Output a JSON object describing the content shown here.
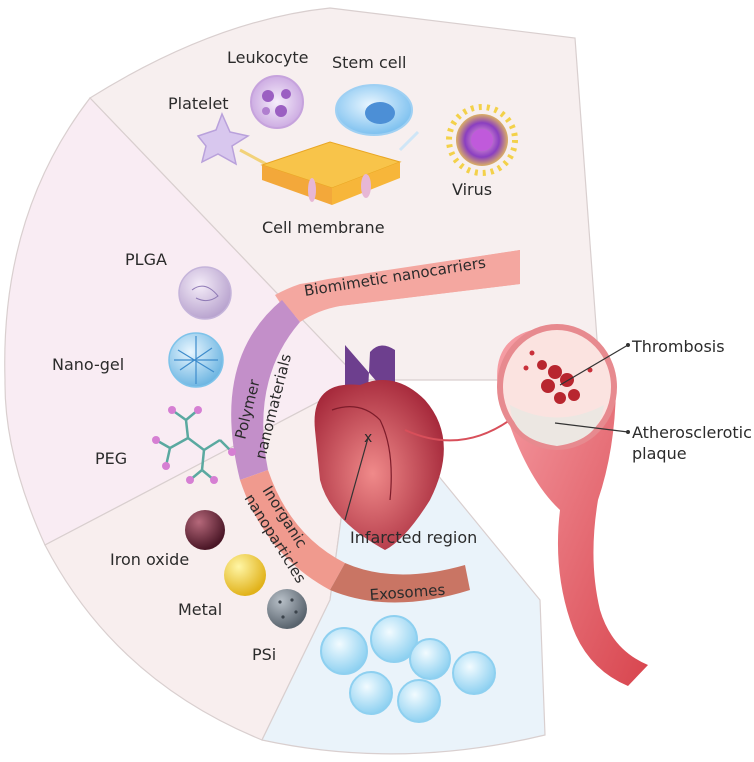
{
  "sections": {
    "biomimetic": "Biomimetic nanocarriers",
    "polymer_line1": "Polymer",
    "polymer_line2": "nanomaterials",
    "inorganic_line1": "Inorganic",
    "inorganic_line2": "nanoparticles",
    "exosomes": "Exosomes"
  },
  "biomimetic_items": {
    "leukocyte": "Leukocyte",
    "stem_cell": "Stem cell",
    "platelet": "Platelet",
    "virus": "Virus",
    "cell_membrane": "Cell membrane"
  },
  "polymer_items": {
    "plga": "PLGA",
    "nanogel": "Nano-gel",
    "peg": "PEG"
  },
  "inorganic_items": {
    "iron_oxide": "Iron oxide",
    "metal": "Metal",
    "psi": "PSi"
  },
  "heart": {
    "infarct_label": "Infarcted region",
    "thrombosis_label": "Thrombosis",
    "plaque_line1": "Atherosclerotic",
    "plaque_line2": "plaque"
  },
  "colors": {
    "biomimetic_bg": "#f7efef",
    "polymer_bg": "#f9ecf3",
    "inorganic_bg": "#f8eeee",
    "exosome_bg": "#eaf3fa",
    "band_biomimetic": "#f4a7a0",
    "band_polymer": "#c38fc9",
    "band_inorganic": "#f09a8e",
    "band_exosomes": "#c97564"
  }
}
